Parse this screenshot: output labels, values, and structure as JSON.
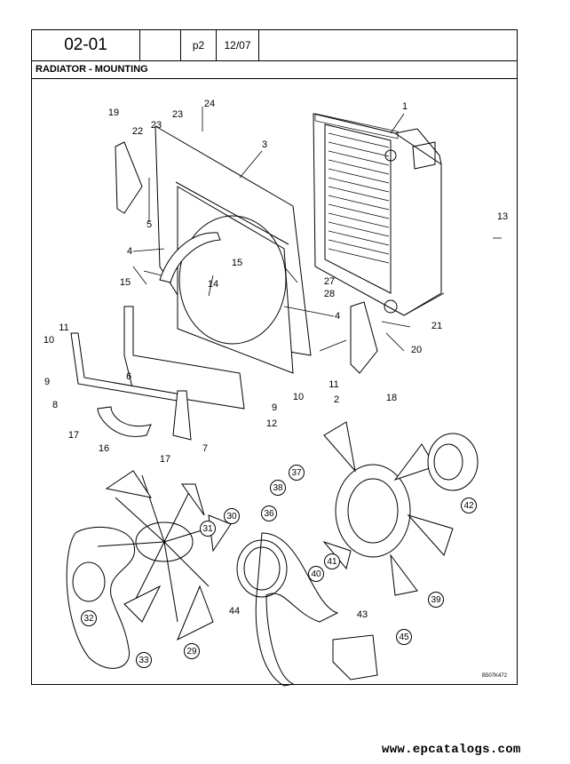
{
  "header": {
    "code": "02-01",
    "page": "p2",
    "date": "12/07"
  },
  "title": "RADIATOR - MOUNTING",
  "figure_id": "B507K472",
  "watermark": "www.epcatalogs.com",
  "callouts": {
    "n1": "1",
    "n2": "2",
    "n3": "3",
    "n4a": "4",
    "n4b": "4",
    "n5": "5",
    "n6": "6",
    "n7": "7",
    "n8": "8",
    "n9a": "9",
    "n9b": "9",
    "n10a": "10",
    "n10b": "10",
    "n11a": "11",
    "n11b": "11",
    "n12": "12",
    "n13": "13",
    "n14": "14",
    "n15a": "15",
    "n15b": "15",
    "n16": "16",
    "n17a": "17",
    "n17b": "17",
    "n18": "18",
    "n19": "19",
    "n20": "20",
    "n21": "21",
    "n22": "22",
    "n23": "23",
    "n24": "24",
    "n27": "27",
    "n28": "28",
    "n43": "43",
    "n44": "44"
  },
  "circled": {
    "c29": "29",
    "c30": "30",
    "c31": "31",
    "c32": "32",
    "c33": "33",
    "c36": "36",
    "c37": "37",
    "c38": "38",
    "c39": "39",
    "c40": "40",
    "c41": "41",
    "c42": "42",
    "c45": "45"
  }
}
